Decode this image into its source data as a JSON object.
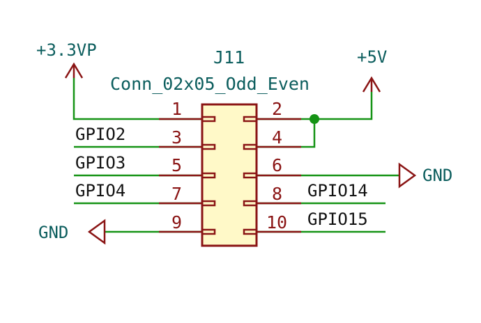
{
  "component": {
    "reference": "J11",
    "value": "Conn_02x05_Odd_Even"
  },
  "power": {
    "v33": "+3.3VP",
    "v5": "+5V",
    "gnd_left": "GND",
    "gnd_right": "GND"
  },
  "nets": {
    "gpio2": "GPIO2",
    "gpio3": "GPIO3",
    "gpio4": "GPIO4",
    "gpio14": "GPIO14",
    "gpio15": "GPIO15"
  },
  "pins": {
    "p1": "1",
    "p2": "2",
    "p3": "3",
    "p4": "4",
    "p5": "5",
    "p6": "6",
    "p7": "7",
    "p8": "8",
    "p9": "9",
    "p10": "10"
  },
  "colors": {
    "wire": "#159315",
    "pin": "#8a1414",
    "body_fill": "#fff9c8",
    "power": "#0b5d5d",
    "junction": "#159315"
  }
}
